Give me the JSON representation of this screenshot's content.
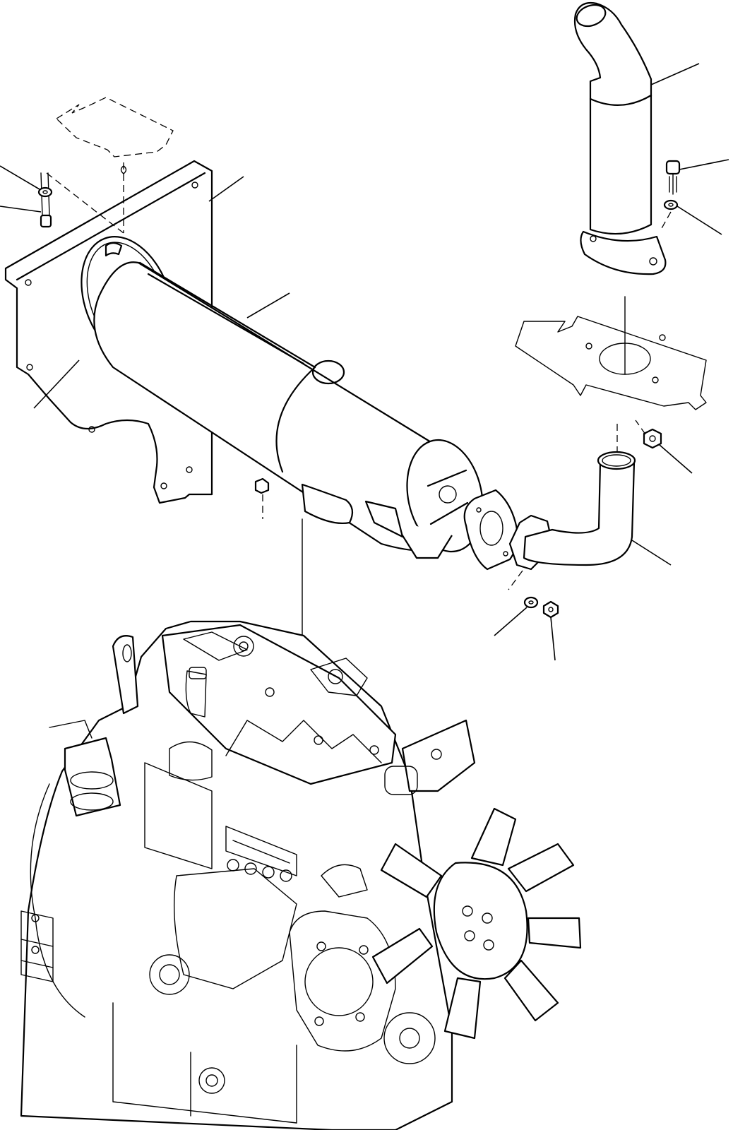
{
  "diagram": {
    "type": "exploded-parts-view",
    "colors": {
      "ink": "#000000",
      "paper": "#ffffff"
    },
    "parts": [
      {
        "id": "tail-pipe"
      },
      {
        "id": "tail-pipe-bolt"
      },
      {
        "id": "tail-pipe-washer"
      },
      {
        "id": "floor-plate-cutout"
      },
      {
        "id": "muffler-cover"
      },
      {
        "id": "muffler-bracket-plate"
      },
      {
        "id": "bracket-bolt"
      },
      {
        "id": "bracket-washer"
      },
      {
        "id": "muffler-band-clamp"
      },
      {
        "id": "muffler-flange-gasket"
      },
      {
        "id": "exhaust-elbow-pipe"
      },
      {
        "id": "elbow-nut"
      },
      {
        "id": "elbow-lock-washer"
      },
      {
        "id": "elbow-flange-nut"
      },
      {
        "id": "engine-assembly"
      },
      {
        "id": "cooling-fan"
      }
    ]
  }
}
